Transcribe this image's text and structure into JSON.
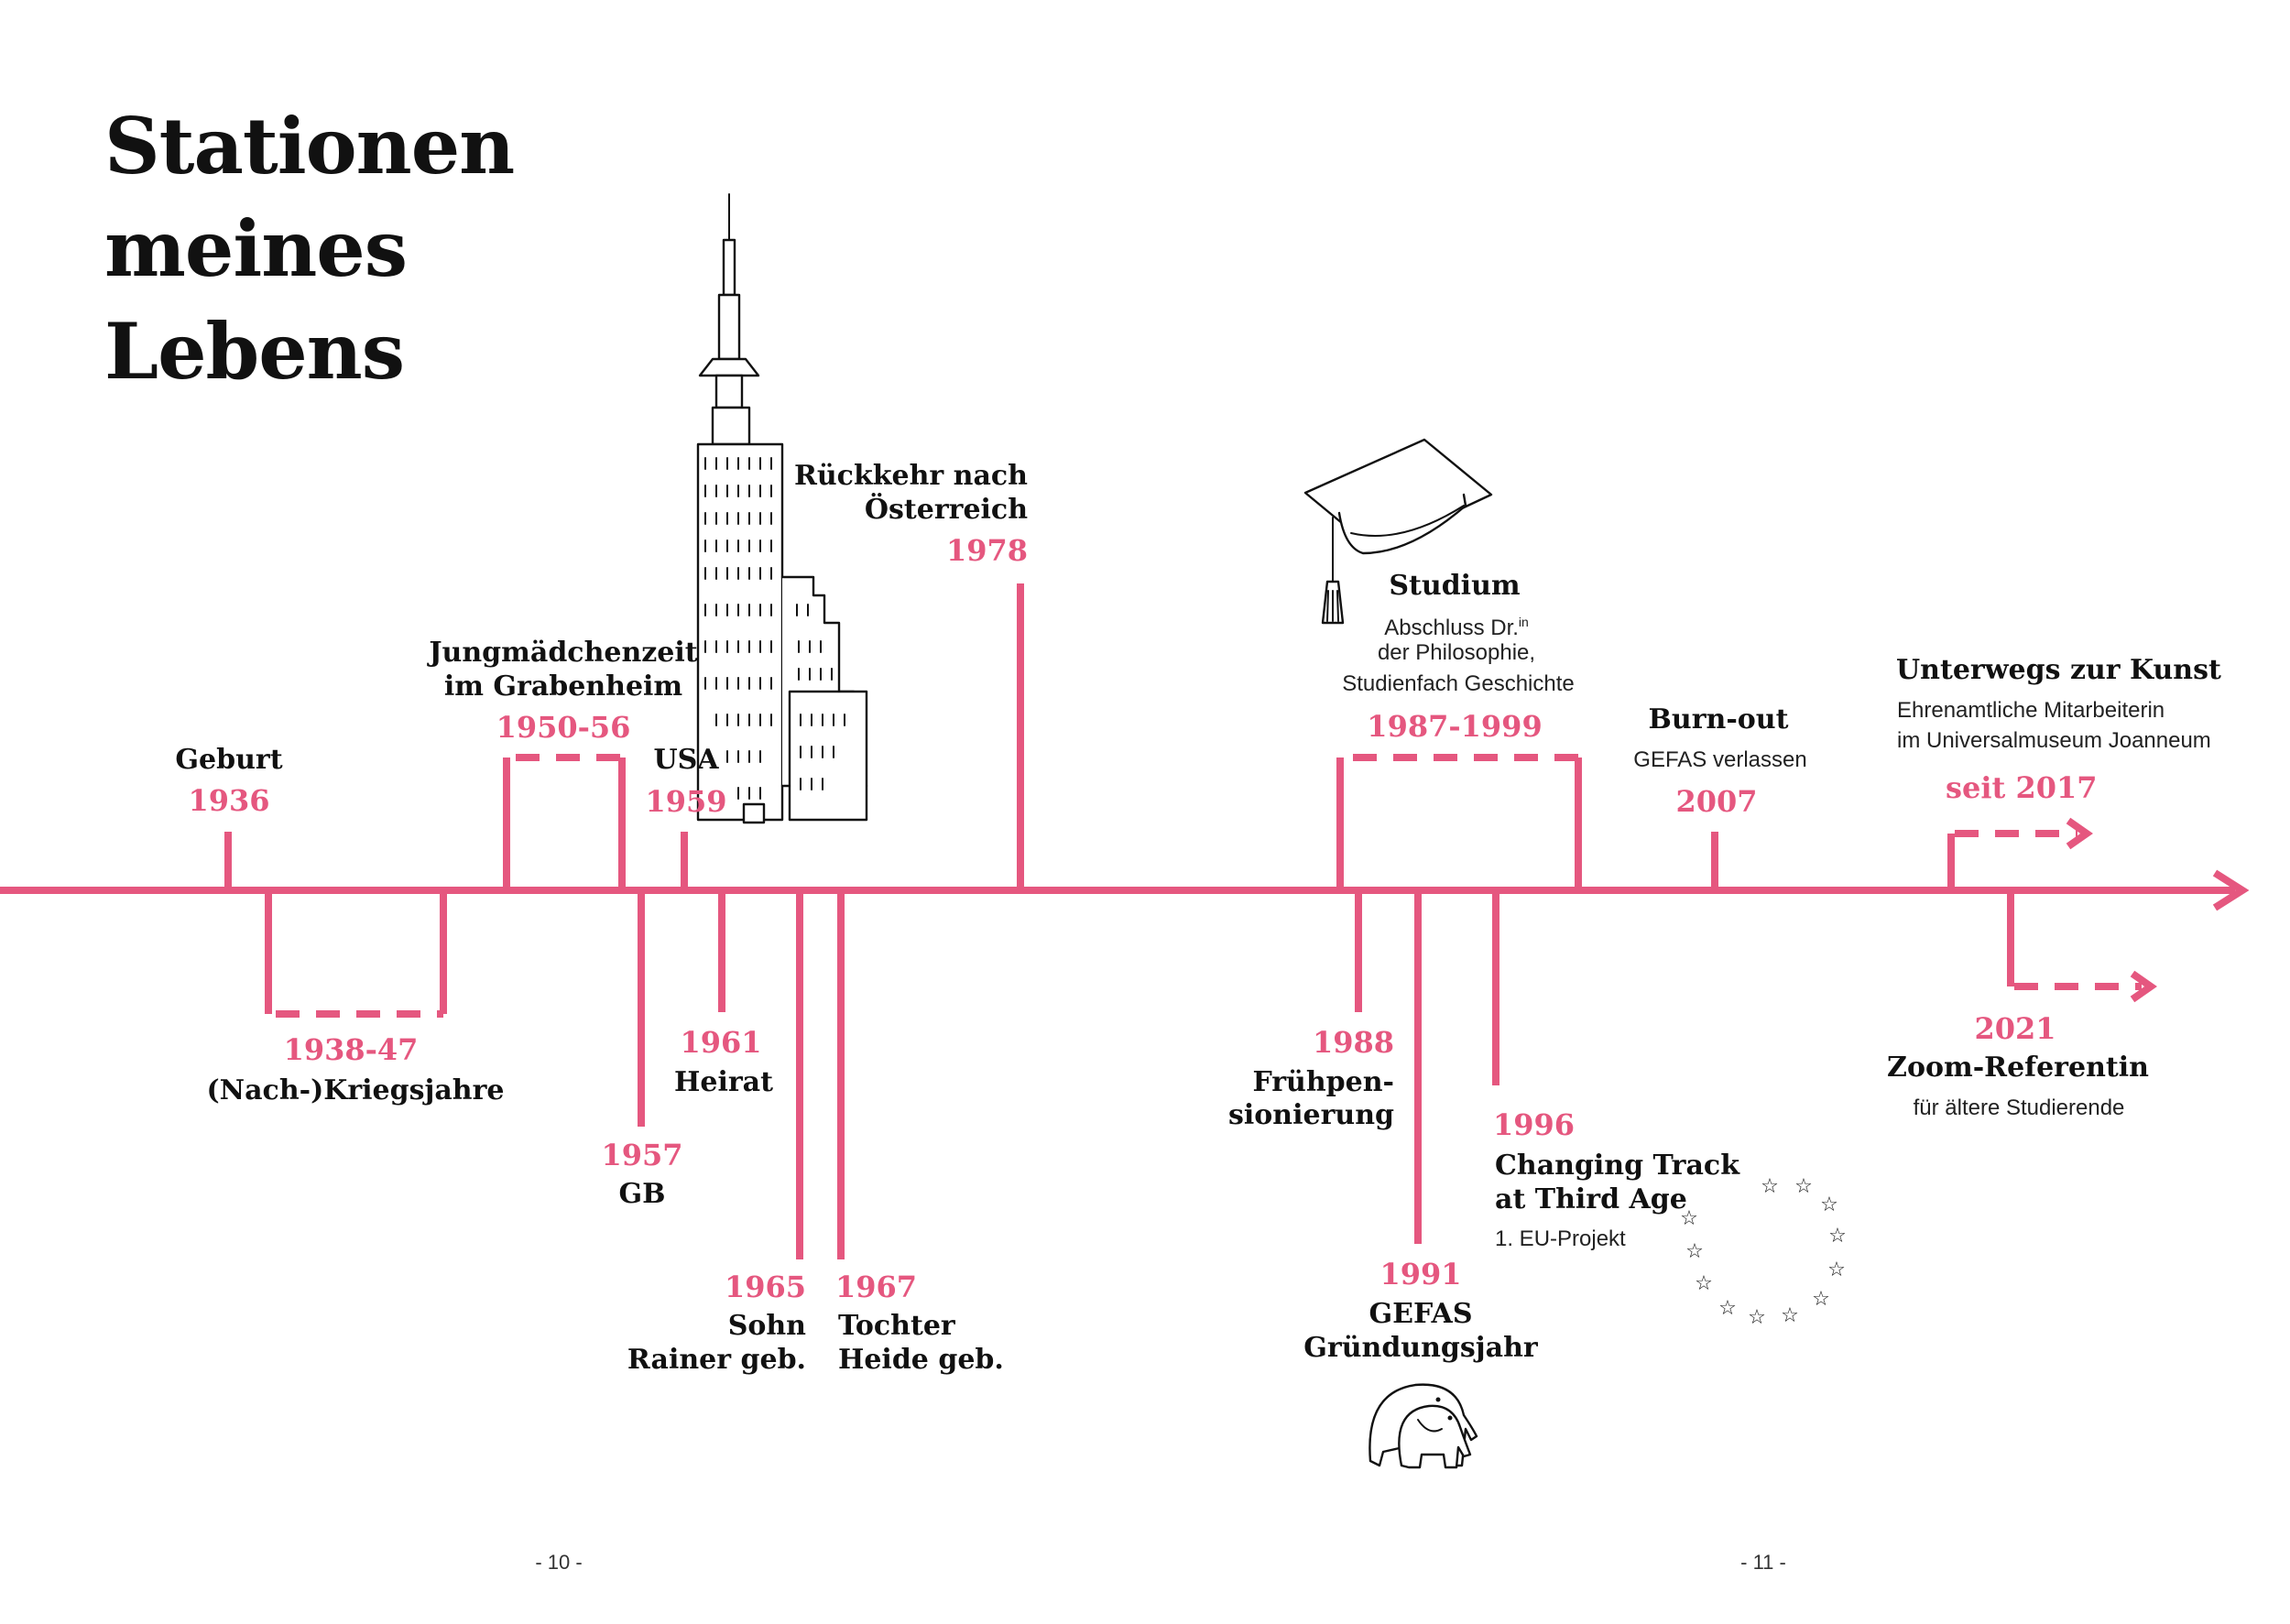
{
  "title_lines": [
    "Stationen",
    "meines",
    "Lebens"
  ],
  "colors": {
    "accent": "#e5577f",
    "text": "#111111"
  },
  "icons": [
    "skyscraper-icon",
    "graduation-cap-icon",
    "elephants-icon",
    "eu-stars-icon",
    "arrow-right-icon"
  ],
  "events": {
    "geburt": {
      "year": "1936",
      "title": "Geburt"
    },
    "kriegsjahre": {
      "year": "1938-47",
      "title": "(Nach-)Kriegsjahre"
    },
    "grabenheim": {
      "year": "1950-56",
      "title_lines": [
        "Jungmädchenzeit",
        "im Grabenheim"
      ]
    },
    "gb": {
      "year": "1957",
      "title": "GB"
    },
    "usa": {
      "year": "1959",
      "title": "USA"
    },
    "heirat": {
      "year": "1961",
      "title": "Heirat"
    },
    "sohn": {
      "year": "1965",
      "title_lines": [
        "Sohn",
        "Rainer geb."
      ]
    },
    "tochter": {
      "year": "1967",
      "title_lines": [
        "Tochter",
        "Heide geb."
      ]
    },
    "rueckkehr": {
      "year": "1978",
      "title_lines": [
        "Rückkehr nach",
        "Österreich"
      ]
    },
    "studium": {
      "year": "1987-1999",
      "title": "Studium",
      "sub_lines": [
        "Abschluss Dr.",
        "der Philosophie,",
        "Studienfach Geschichte"
      ],
      "sub_sup": "in"
    },
    "fruehpension": {
      "year": "1988",
      "title_lines": [
        "Frühpen-",
        "sionierung"
      ]
    },
    "gefas": {
      "year": "1991",
      "title_lines": [
        "GEFAS",
        "Gründungsjahr"
      ]
    },
    "changing": {
      "year": "1996",
      "title_lines": [
        "Changing Track",
        "at Third Age"
      ],
      "sub": "1. EU-Projekt"
    },
    "burnout": {
      "year": "2007",
      "title": "Burn-out",
      "sub": "GEFAS verlassen"
    },
    "kunst": {
      "year": "seit 2017",
      "title": "Unterwegs zur Kunst",
      "sub_lines": [
        "Ehrenamtliche Mitarbeiterin",
        "im Universalmuseum Joanneum"
      ]
    },
    "zoom": {
      "year": "2021",
      "title": "Zoom-Referentin",
      "sub": "für ältere Studierende"
    }
  },
  "page_numbers": [
    "- 10 -",
    "- 11 -"
  ]
}
